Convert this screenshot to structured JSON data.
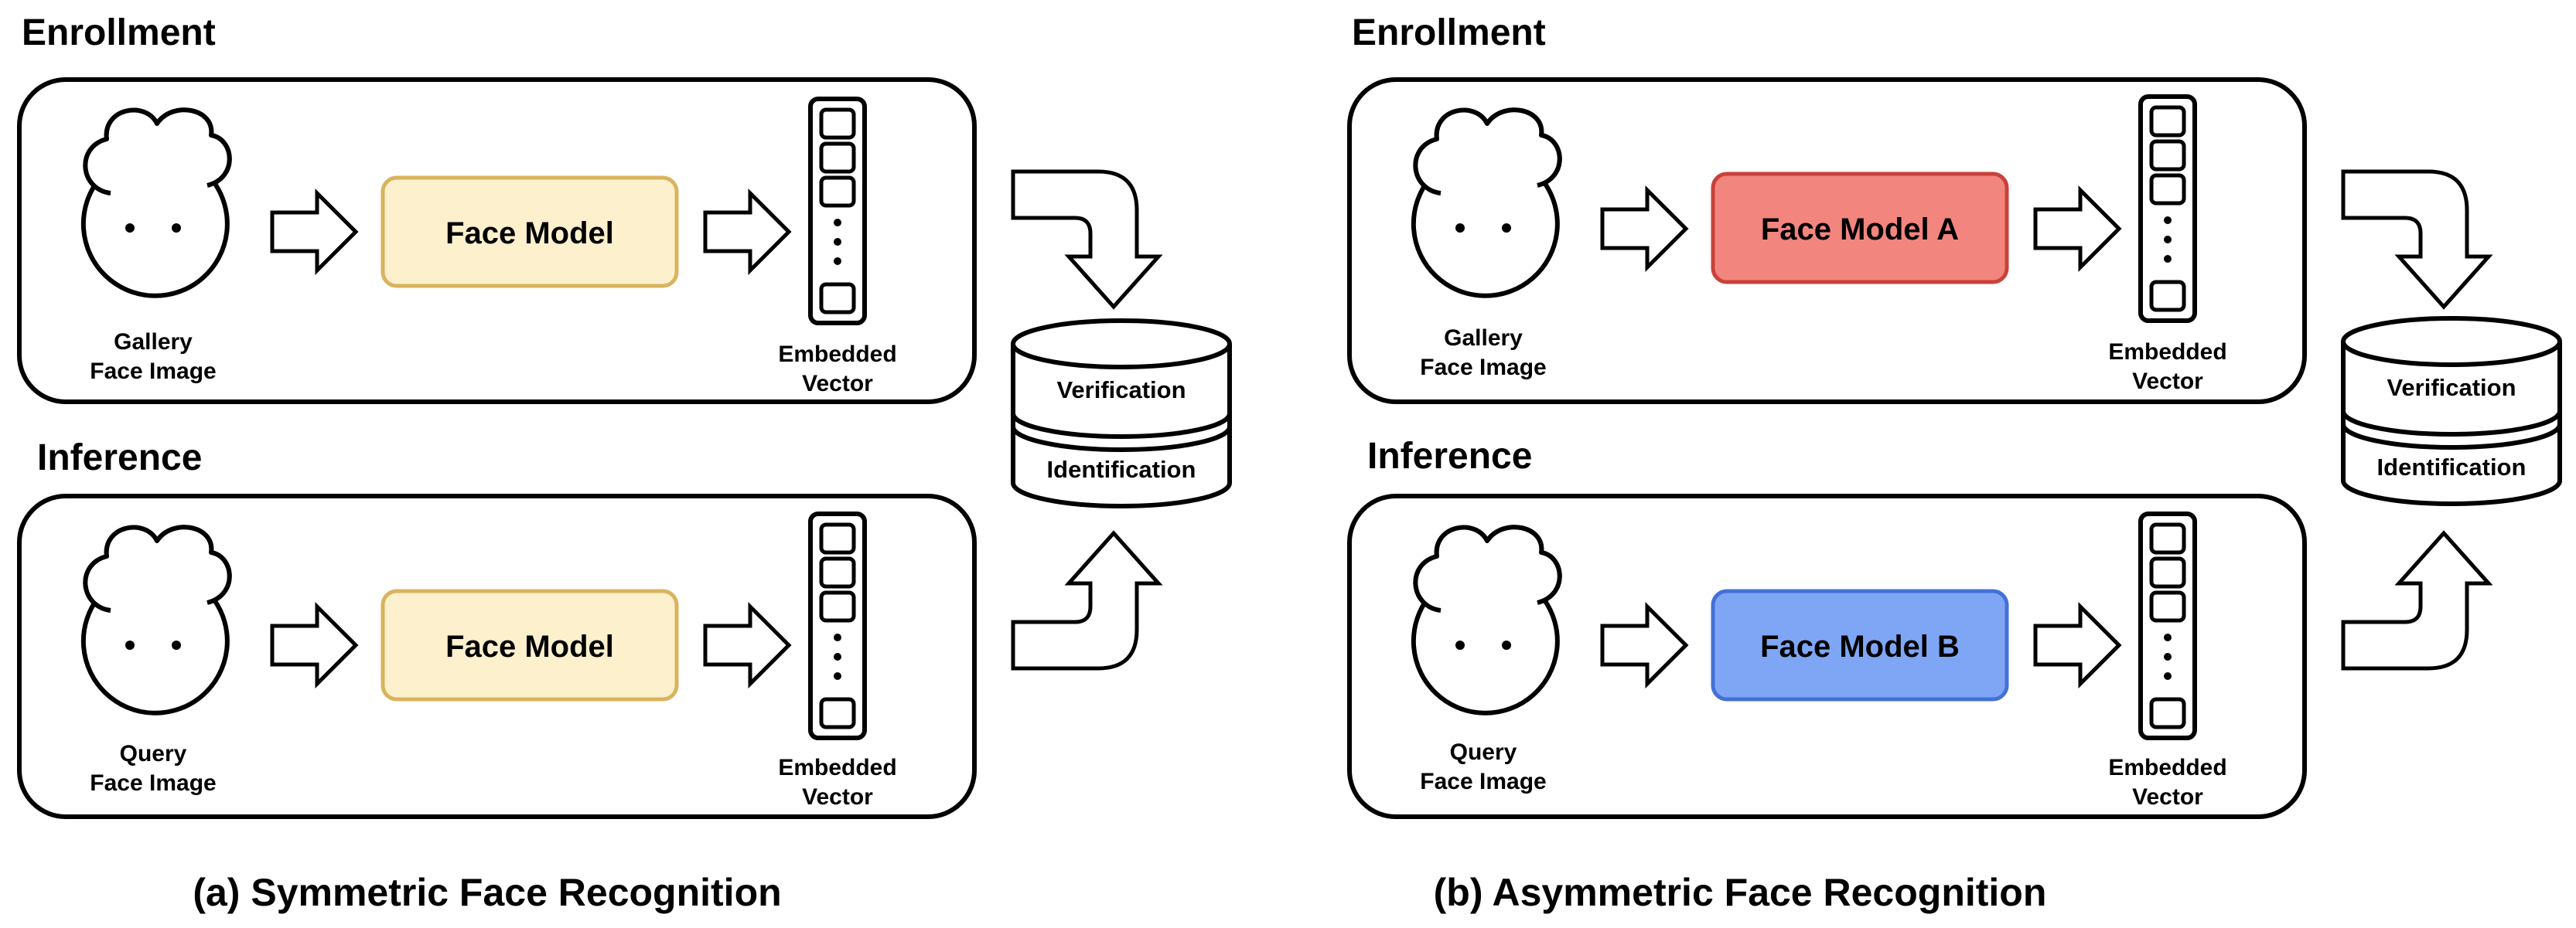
{
  "panels": [
    {
      "caption": "(a) Symmetric Face Recognition",
      "enrollment": {
        "section_title": "Enrollment",
        "face_label_line1": "Gallery",
        "face_label_line2": "Face Image",
        "model_label": "Face Model",
        "vector_label_line1": "Embedded",
        "vector_label_line2": "Vector"
      },
      "inference": {
        "section_title": "Inference",
        "face_label_line1": "Query",
        "face_label_line2": "Face Image",
        "model_label": "Face Model",
        "vector_label_line1": "Embedded",
        "vector_label_line2": "Vector"
      },
      "database": {
        "top_label": "Verification",
        "bottom_label": "Identification"
      }
    },
    {
      "caption": "(b) Asymmetric Face Recognition",
      "enrollment": {
        "section_title": "Enrollment",
        "face_label_line1": "Gallery",
        "face_label_line2": "Face Image",
        "model_label": "Face Model A",
        "vector_label_line1": "Embedded",
        "vector_label_line2": "Vector"
      },
      "inference": {
        "section_title": "Inference",
        "face_label_line1": "Query",
        "face_label_line2": "Face Image",
        "model_label": "Face Model B",
        "vector_label_line1": "Embedded",
        "vector_label_line2": "Vector"
      },
      "database": {
        "top_label": "Verification",
        "bottom_label": "Identification"
      }
    }
  ],
  "colors": {
    "face_model": {
      "fill": "#fdf0cd",
      "stroke": "#d9b35e"
    },
    "face_model_a": {
      "fill": "#f2857e",
      "stroke": "#c9413a"
    },
    "face_model_b": {
      "fill": "#7ea6f5",
      "stroke": "#4470d8"
    },
    "outline": "#000000"
  }
}
